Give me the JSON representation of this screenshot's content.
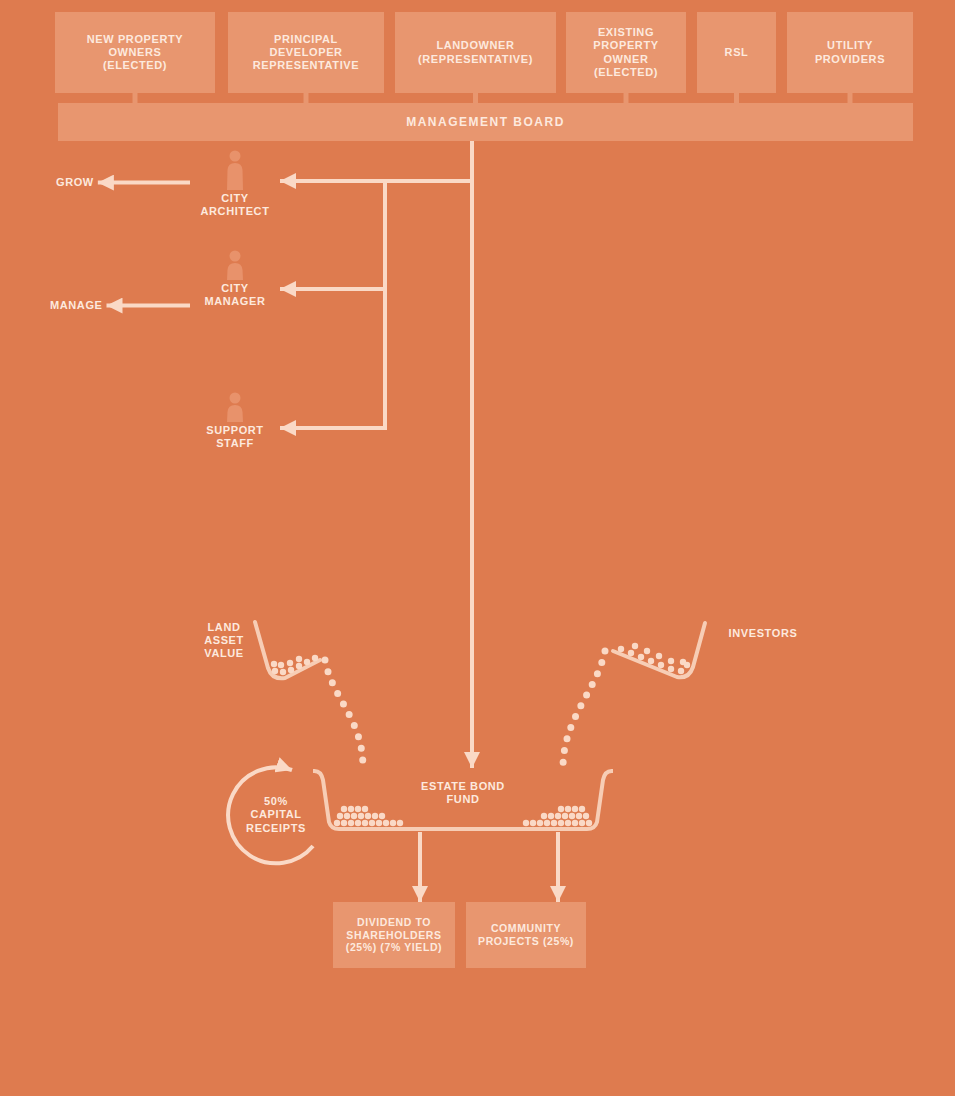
{
  "diagram": {
    "nodes": [
      {
        "text": [
          "NEW PROPERTY OWNERS (ELECTED)"
        ]
      },
      {
        "text": [
          "PRINCIPAL DEVELOPER REPRESENTATIVE"
        ]
      },
      {
        "text": [
          "LANDOWNER (REPRESENTATIVE)"
        ]
      },
      {
        "text": [
          "EXISTING PROPERTY OWNER (ELECTED)"
        ]
      },
      {
        "text": [
          "RSL"
        ]
      },
      {
        "text": [
          "UTILITY PROVIDERS"
        ]
      },
      {
        "text": [
          "MANAGEMENT BOARD"
        ]
      },
      {
        "text": [
          "GROW"
        ]
      },
      {
        "text": [
          "CITY ARCHITECT"
        ]
      },
      {
        "text": [
          "MANAGE"
        ]
      },
      {
        "text": [
          "CITY MANAGER"
        ]
      },
      {
        "text": [
          "SUPPORT STAFF"
        ]
      },
      {
        "text": [
          "LAND ASSET VALUE"
        ]
      },
      {
        "text": [
          "INVESTORS"
        ]
      },
      {
        "text": [
          "ESTATE BOND FUND"
        ]
      },
      {
        "text": [
          "DIVIDEND TO SHAREHOLDERS (25%) (7% YIELD)"
        ]
      },
      {
        "text": [
          "COMMUNITY PROJECTS (25%)"
        ]
      }
    ],
    "edges": [
      {
        "from": 0,
        "to": 6,
        "arrow": "none"
      },
      {
        "from": 1,
        "to": 6,
        "arrow": "none"
      },
      {
        "from": 2,
        "to": 6,
        "arrow": "none"
      },
      {
        "from": 3,
        "to": 6,
        "arrow": "none"
      },
      {
        "from": 4,
        "to": 6,
        "arrow": "none"
      },
      {
        "from": 5,
        "to": 6,
        "arrow": "none"
      },
      {
        "from": 6,
        "to": 8,
        "arrow": "to"
      },
      {
        "from": 6,
        "to": 10,
        "arrow": "to"
      },
      {
        "from": 6,
        "to": 11,
        "arrow": "to"
      },
      {
        "from": 8,
        "to": 7,
        "arrow": "to"
      },
      {
        "from": 10,
        "to": 9,
        "arrow": "to"
      },
      {
        "from": 6,
        "to": 14,
        "arrow": "to"
      },
      {
        "from": 12,
        "to": 14,
        "arrow": "none"
      },
      {
        "from": 13,
        "to": 14,
        "arrow": "none"
      },
      {
        "from": 14,
        "to": 15,
        "arrow": "to"
      },
      {
        "from": 14,
        "to": 16,
        "arrow": "to"
      }
    ],
    "labels": [
      "50% CAPITAL RECEIPTS"
    ]
  }
}
